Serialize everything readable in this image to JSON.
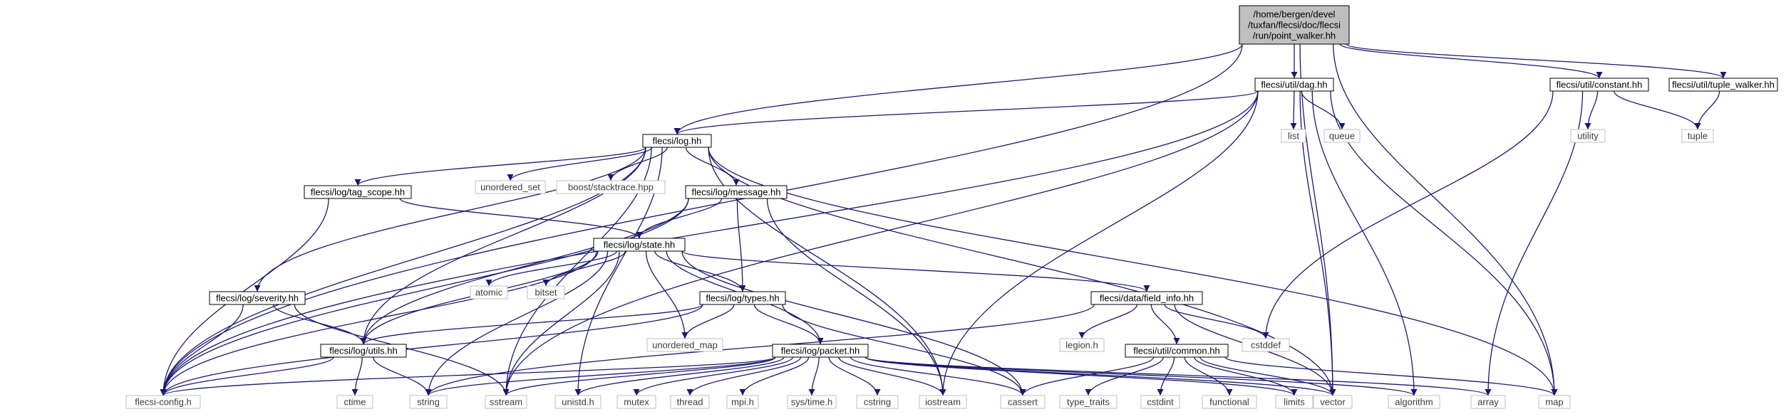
{
  "colors": {
    "edge": "#191970",
    "internal_border": "#000000",
    "external_border": "#bfbfbf",
    "root_fill": "#bfbfbf",
    "internal_text": "#000000",
    "external_text": "#3d3d3d"
  },
  "diagram": {
    "nodes": [
      {
        "id": "root",
        "kind": "root",
        "lines": [
          "/home/bergen/devel",
          "/tuxfan/flecsi/doc/flecsi",
          "/run/point_walker.hh"
        ]
      },
      {
        "id": "dag",
        "kind": "internal",
        "lines": [
          "flecsi/util/dag.hh"
        ]
      },
      {
        "id": "constant",
        "kind": "internal",
        "lines": [
          "flecsi/util/constant.hh"
        ]
      },
      {
        "id": "tuple_walker",
        "kind": "internal",
        "lines": [
          "flecsi/util/tuple_walker.hh"
        ]
      },
      {
        "id": "log",
        "kind": "internal",
        "lines": [
          "flecsi/log.hh"
        ]
      },
      {
        "id": "list",
        "kind": "external",
        "lines": [
          "list"
        ]
      },
      {
        "id": "queue",
        "kind": "external",
        "lines": [
          "queue"
        ]
      },
      {
        "id": "utility",
        "kind": "external",
        "lines": [
          "utility"
        ]
      },
      {
        "id": "tuple",
        "kind": "external",
        "lines": [
          "tuple"
        ]
      },
      {
        "id": "tag_scope",
        "kind": "internal",
        "lines": [
          "flecsi/log/tag_scope.hh"
        ]
      },
      {
        "id": "unordered_set",
        "kind": "external",
        "lines": [
          "unordered_set"
        ]
      },
      {
        "id": "stacktrace",
        "kind": "external",
        "lines": [
          "boost/stacktrace.hpp"
        ]
      },
      {
        "id": "message",
        "kind": "internal",
        "lines": [
          "flecsi/log/message.hh"
        ]
      },
      {
        "id": "state",
        "kind": "internal",
        "lines": [
          "flecsi/log/state.hh"
        ]
      },
      {
        "id": "severity",
        "kind": "internal",
        "lines": [
          "flecsi/log/severity.hh"
        ]
      },
      {
        "id": "atomic",
        "kind": "external",
        "lines": [
          "atomic"
        ]
      },
      {
        "id": "bitset",
        "kind": "external",
        "lines": [
          "bitset"
        ]
      },
      {
        "id": "types",
        "kind": "internal",
        "lines": [
          "flecsi/log/types.hh"
        ]
      },
      {
        "id": "field_info",
        "kind": "internal",
        "lines": [
          "flecsi/data/field_info.hh"
        ]
      },
      {
        "id": "utils",
        "kind": "internal",
        "lines": [
          "flecsi/log/utils.hh"
        ]
      },
      {
        "id": "unordered_map",
        "kind": "external",
        "lines": [
          "unordered_map"
        ]
      },
      {
        "id": "legion",
        "kind": "external",
        "lines": [
          "legion.h"
        ]
      },
      {
        "id": "common",
        "kind": "internal",
        "lines": [
          "flecsi/util/common.hh"
        ]
      },
      {
        "id": "cstddef",
        "kind": "external",
        "lines": [
          "cstddef"
        ]
      },
      {
        "id": "packet",
        "kind": "internal",
        "lines": [
          "flecsi/log/packet.hh"
        ]
      },
      {
        "id": "flecsi_config",
        "kind": "external",
        "lines": [
          "flecsi-config.h"
        ]
      },
      {
        "id": "ctime",
        "kind": "external",
        "lines": [
          "ctime"
        ]
      },
      {
        "id": "string",
        "kind": "external",
        "lines": [
          "string"
        ]
      },
      {
        "id": "sstream",
        "kind": "external",
        "lines": [
          "sstream"
        ]
      },
      {
        "id": "unistd",
        "kind": "external",
        "lines": [
          "unistd.h"
        ]
      },
      {
        "id": "mutex",
        "kind": "external",
        "lines": [
          "mutex"
        ]
      },
      {
        "id": "thread",
        "kind": "external",
        "lines": [
          "thread"
        ]
      },
      {
        "id": "mpi",
        "kind": "external",
        "lines": [
          "mpi.h"
        ]
      },
      {
        "id": "systime",
        "kind": "external",
        "lines": [
          "sys/time.h"
        ]
      },
      {
        "id": "cstring",
        "kind": "external",
        "lines": [
          "cstring"
        ]
      },
      {
        "id": "iostream",
        "kind": "external",
        "lines": [
          "iostream"
        ]
      },
      {
        "id": "cassert",
        "kind": "external",
        "lines": [
          "cassert"
        ]
      },
      {
        "id": "type_traits",
        "kind": "external",
        "lines": [
          "type_traits"
        ]
      },
      {
        "id": "cstdint",
        "kind": "external",
        "lines": [
          "cstdint"
        ]
      },
      {
        "id": "functional",
        "kind": "external",
        "lines": [
          "functional"
        ]
      },
      {
        "id": "limits",
        "kind": "external",
        "lines": [
          "limits"
        ]
      },
      {
        "id": "vector",
        "kind": "external",
        "lines": [
          "vector"
        ]
      },
      {
        "id": "algorithm",
        "kind": "external",
        "lines": [
          "algorithm"
        ]
      },
      {
        "id": "array",
        "kind": "external",
        "lines": [
          "array"
        ]
      },
      {
        "id": "map",
        "kind": "external",
        "lines": [
          "map"
        ]
      }
    ],
    "edges": [
      [
        "root",
        "dag"
      ],
      [
        "root",
        "constant"
      ],
      [
        "root",
        "tuple_walker"
      ],
      [
        "root",
        "log"
      ],
      [
        "root",
        "flecsi_config"
      ],
      [
        "root",
        "vector"
      ],
      [
        "root",
        "map"
      ],
      [
        "dag",
        "log"
      ],
      [
        "dag",
        "list"
      ],
      [
        "dag",
        "queue"
      ],
      [
        "dag",
        "flecsi_config"
      ],
      [
        "dag",
        "sstream"
      ],
      [
        "dag",
        "iostream"
      ],
      [
        "dag",
        "vector"
      ],
      [
        "dag",
        "algorithm"
      ],
      [
        "dag",
        "map"
      ],
      [
        "constant",
        "utility"
      ],
      [
        "constant",
        "tuple"
      ],
      [
        "constant",
        "cstddef"
      ],
      [
        "constant",
        "array"
      ],
      [
        "tuple_walker",
        "tuple"
      ],
      [
        "log",
        "tag_scope"
      ],
      [
        "log",
        "unordered_set"
      ],
      [
        "log",
        "stacktrace"
      ],
      [
        "log",
        "message"
      ],
      [
        "log",
        "severity"
      ],
      [
        "log",
        "utils"
      ],
      [
        "log",
        "flecsi_config"
      ],
      [
        "log",
        "unistd"
      ],
      [
        "log",
        "sstream"
      ],
      [
        "log",
        "iostream"
      ],
      [
        "log",
        "vector"
      ],
      [
        "log",
        "map"
      ],
      [
        "tag_scope",
        "state"
      ],
      [
        "tag_scope",
        "flecsi_config"
      ],
      [
        "message",
        "state"
      ],
      [
        "message",
        "types"
      ],
      [
        "message",
        "utils"
      ],
      [
        "message",
        "flecsi_config"
      ],
      [
        "message",
        "iostream"
      ],
      [
        "state",
        "atomic"
      ],
      [
        "state",
        "bitset"
      ],
      [
        "state",
        "types"
      ],
      [
        "state",
        "field_info"
      ],
      [
        "state",
        "utils"
      ],
      [
        "state",
        "packet"
      ],
      [
        "state",
        "unordered_map"
      ],
      [
        "state",
        "flecsi_config"
      ],
      [
        "state",
        "string"
      ],
      [
        "state",
        "sstream"
      ],
      [
        "state",
        "cassert"
      ],
      [
        "severity",
        "utils"
      ],
      [
        "severity",
        "flecsi_config"
      ],
      [
        "severity",
        "sstream"
      ],
      [
        "types",
        "utils"
      ],
      [
        "types",
        "packet"
      ],
      [
        "types",
        "unordered_map"
      ],
      [
        "types",
        "cassert"
      ],
      [
        "types",
        "flecsi_config"
      ],
      [
        "field_info",
        "legion"
      ],
      [
        "field_info",
        "common"
      ],
      [
        "field_info",
        "cstddef"
      ],
      [
        "field_info",
        "vector"
      ],
      [
        "field_info",
        "string"
      ],
      [
        "utils",
        "flecsi_config"
      ],
      [
        "utils",
        "ctime"
      ],
      [
        "utils",
        "string"
      ],
      [
        "common",
        "cassert"
      ],
      [
        "common",
        "type_traits"
      ],
      [
        "common",
        "cstdint"
      ],
      [
        "common",
        "functional"
      ],
      [
        "common",
        "limits"
      ],
      [
        "common",
        "vector"
      ],
      [
        "common",
        "map"
      ],
      [
        "packet",
        "flecsi_config"
      ],
      [
        "packet",
        "string"
      ],
      [
        "packet",
        "sstream"
      ],
      [
        "packet",
        "unistd"
      ],
      [
        "packet",
        "mutex"
      ],
      [
        "packet",
        "thread"
      ],
      [
        "packet",
        "mpi"
      ],
      [
        "packet",
        "systime"
      ],
      [
        "packet",
        "cstring"
      ],
      [
        "packet",
        "iostream"
      ],
      [
        "packet",
        "cassert"
      ],
      [
        "packet",
        "vector"
      ],
      [
        "packet",
        "algorithm"
      ],
      [
        "packet",
        "array"
      ],
      [
        "packet",
        "limits"
      ]
    ]
  }
}
